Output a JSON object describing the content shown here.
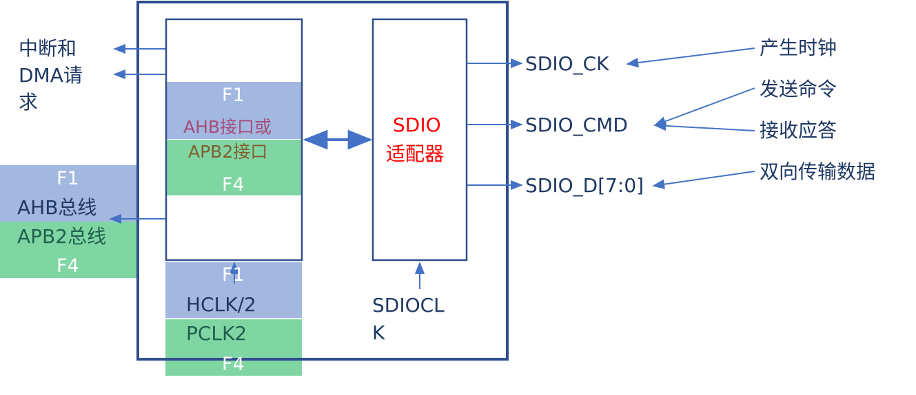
{
  "left": {
    "interrupt_dma": [
      "中断和",
      "DMA请",
      "求"
    ],
    "bus_f1": "F1",
    "ahb_bus": "AHB总线",
    "apb2_bus": "APB2总线",
    "bus_f4": "F4"
  },
  "interface": {
    "f1": "F1",
    "ahb_or": "AHB接口或",
    "apb2": "APB2接口",
    "f4": "F4"
  },
  "clock": {
    "f1": "F1",
    "hclk": "HCLK/2",
    "pclk": "PCLK2",
    "f4": "F4"
  },
  "adapter": {
    "line1": "SDIO",
    "line2": "适配器"
  },
  "sdioclk": [
    "SDIOCL",
    "K"
  ],
  "signals": {
    "ck": "SDIO_CK",
    "cmd": "SDIO_CMD",
    "d": "SDIO_D[7:0]"
  },
  "notes": {
    "clock": "产生时钟",
    "send_cmd": "发送命令",
    "recv_resp": "接收应答",
    "data": "双向传输数据"
  },
  "colors": {
    "line": "#4472c4",
    "frame": "#2f4f8f",
    "text": "#1f3864",
    "f1_band": "#a2b8e0",
    "f4_band": "#80d6a2",
    "adapter_text": "#ff0000",
    "ahb_text": "#a64d79",
    "apb2_text": "#7f5f2f"
  }
}
